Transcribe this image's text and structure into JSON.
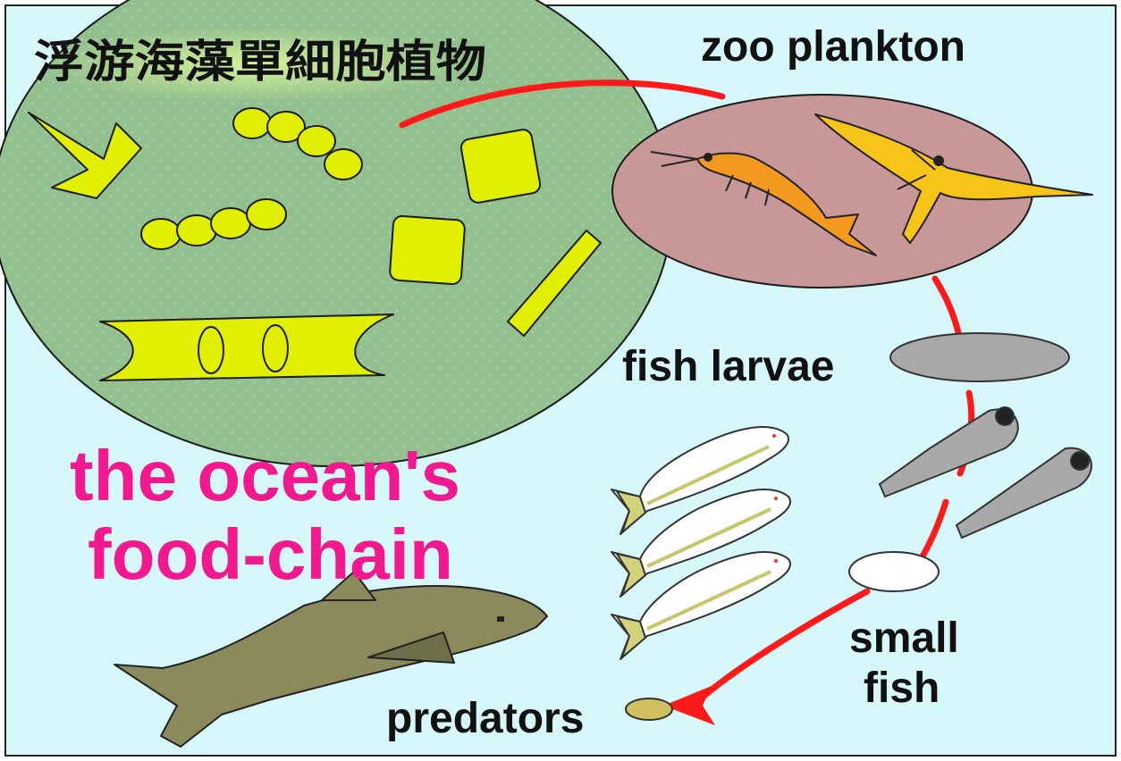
{
  "title": {
    "line1": "the ocean's",
    "line2": "food-chain"
  },
  "labels": {
    "phytoplankton_zh": "浮游海藻單細胞植物",
    "zooplankton": "zoo plankton",
    "fish_larvae": "fish larvae",
    "small_fish_line1": "small",
    "small_fish_line2": "fish",
    "predators": "predators"
  },
  "colors": {
    "ocean": "#d6f8fb",
    "phyto_region": "#93c08f",
    "zoo_region": "#c89898",
    "algae": "#e0f000",
    "arrow": "#ff1a1a",
    "title": "#f2188f",
    "tuna": "#8b8a5c",
    "larva_gray": "#a9a9a9",
    "shrimp": "#f39a1e",
    "copepod": "#f7c417",
    "small_fish_tint": "#d2d27a"
  },
  "icons": [
    "shrimp-icon",
    "copepod-icon",
    "fish-larva-icon",
    "small-fish-icon",
    "tuna-icon",
    "diatom-icon",
    "algae-chain-icon"
  ]
}
